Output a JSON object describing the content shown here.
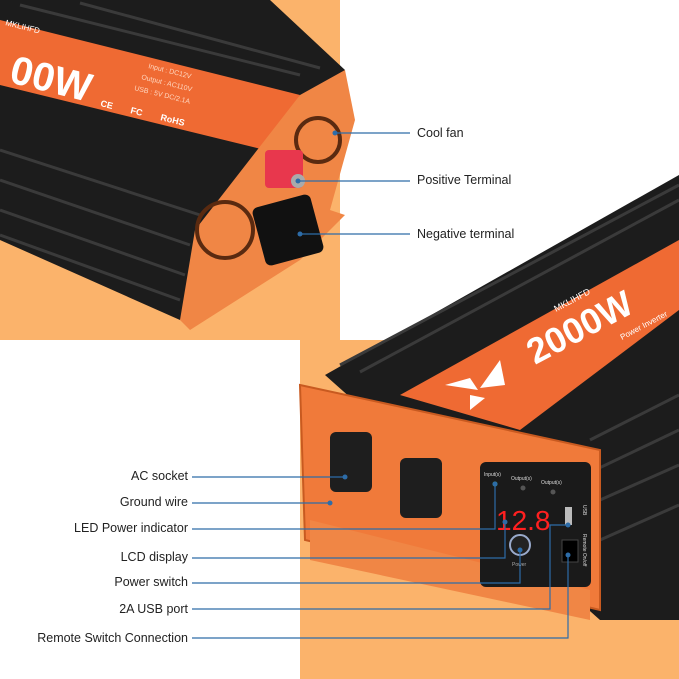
{
  "top_device": {
    "brand_partial": "MKLIHFD",
    "wattage_partial": "00W",
    "specs": [
      "Input : DC12V",
      "Output : AC110V",
      "USB : 5V DC/2.1A"
    ],
    "certs": [
      "CE",
      "FC",
      "RoHS"
    ]
  },
  "bottom_device": {
    "brand": "MKLIHFD",
    "wattage": "2000W",
    "subtitle": "Power Inverter",
    "indicators": [
      "Input(s)",
      "Output(s)",
      "Output(s)"
    ],
    "lcd_value": "12.8",
    "power_label": "Power",
    "usb_label": "USB",
    "remote_label": "Remote On/off"
  },
  "callouts_right": [
    {
      "label": "Cool fan"
    },
    {
      "label": "Positive Terminal"
    },
    {
      "label": "Negative terminal"
    }
  ],
  "callouts_left": [
    {
      "label": "AC socket"
    },
    {
      "label": "Ground wire"
    },
    {
      "label": "LED Power indicator"
    },
    {
      "label": "LCD display"
    },
    {
      "label": "Power switch"
    },
    {
      "label": "2A USB port"
    },
    {
      "label": "Remote Switch Connection"
    }
  ],
  "colors": {
    "orange_bg": "#fbb36b",
    "housing_orange": "#f07a3a",
    "heatsink": "#1c1c1c",
    "callout_line": "#2d6ca8",
    "led_red": "#ff2020"
  }
}
